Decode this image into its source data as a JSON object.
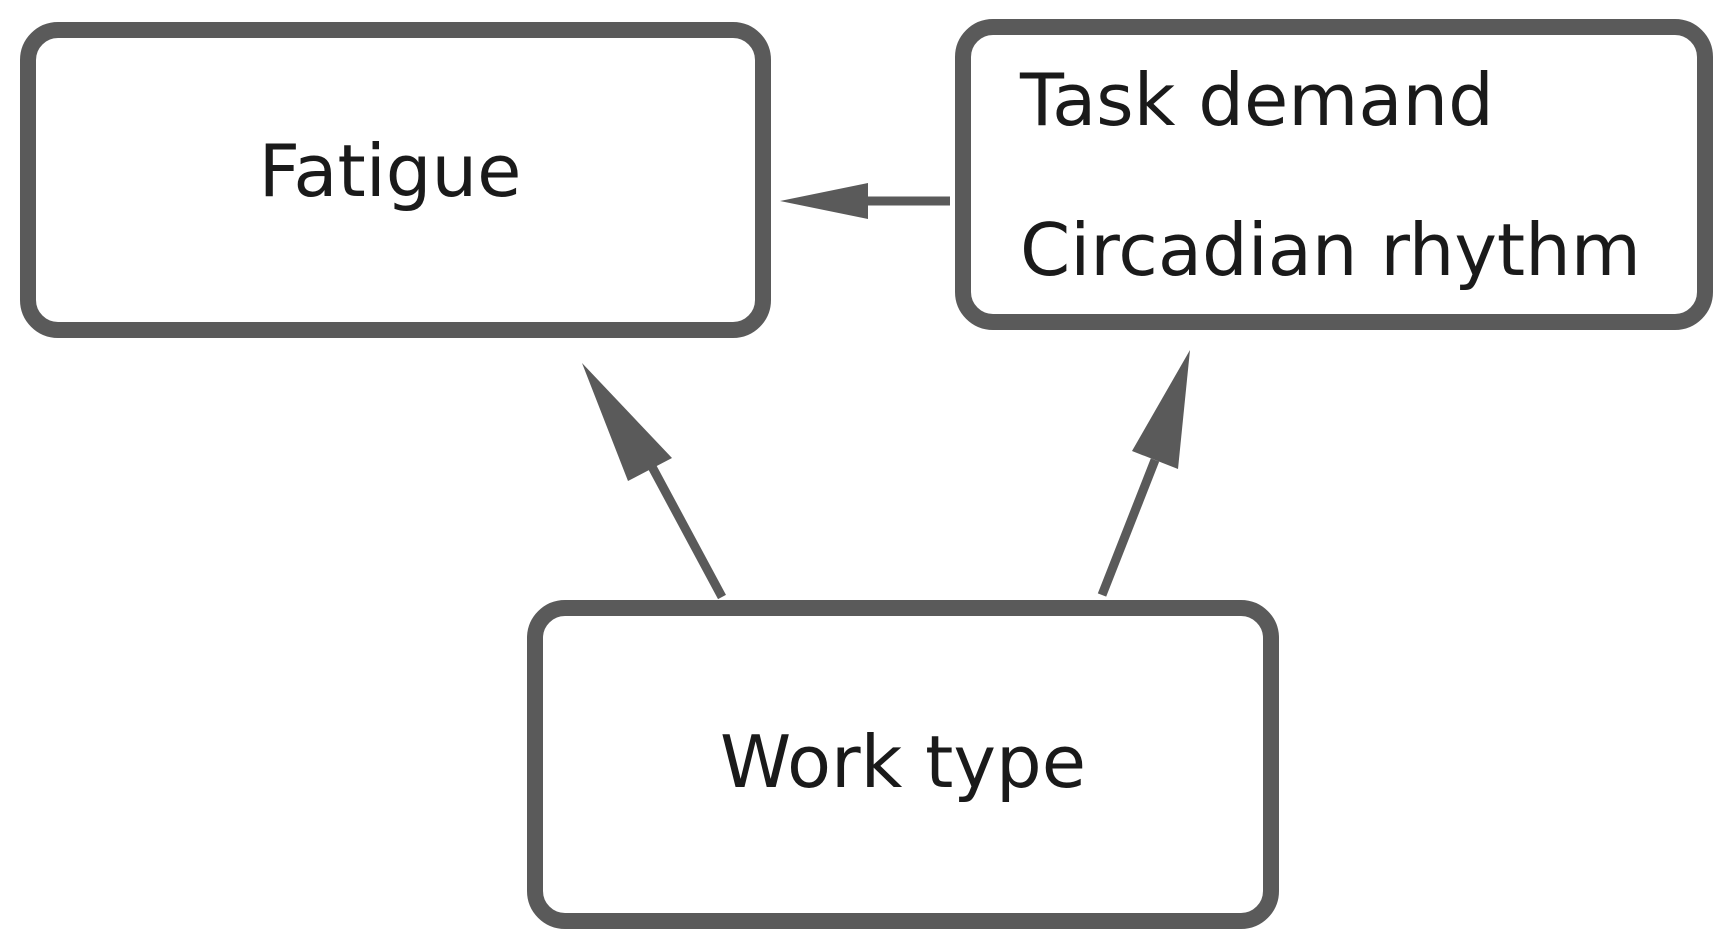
{
  "colors": {
    "border": "#5a5a5a",
    "text": "#1a1a1a",
    "background": "#ffffff"
  },
  "nodes": {
    "fatigue": {
      "label": "Fatigue"
    },
    "factors": {
      "line1": "Task demand",
      "line2": "Circadian rhythm"
    },
    "work_type": {
      "label": "Work type"
    }
  },
  "edges": [
    {
      "from": "factors",
      "to": "fatigue"
    },
    {
      "from": "work_type",
      "to": "fatigue"
    },
    {
      "from": "work_type",
      "to": "factors"
    }
  ]
}
